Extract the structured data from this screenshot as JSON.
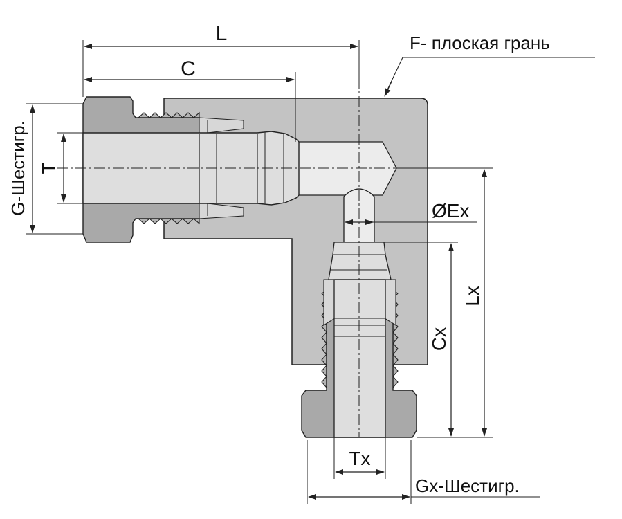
{
  "diagram": {
    "labels": {
      "L": "L",
      "C": "C",
      "F": "F- плоская грань",
      "G": "G-Шестигр.",
      "T": "T",
      "Ex": "ØEx",
      "Lx": "Lx",
      "Cx": "Cx",
      "Tx": "Tx",
      "Gx": "Gx-Шестигр."
    },
    "colors": {
      "body": "#c3c3c3",
      "nut": "#a9a9a9",
      "part": "#dcdcdc",
      "bore": "#f1f1f1",
      "stroke": "#222222"
    }
  }
}
